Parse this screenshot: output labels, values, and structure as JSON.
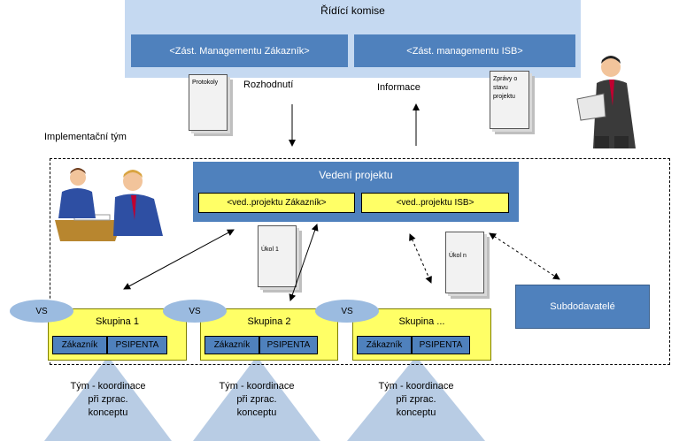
{
  "steering": {
    "title": "Řídící komise",
    "left_box": "<Zást. Managementu  Zákazník>",
    "right_box": "<Zást. managementu ISB>"
  },
  "docs": {
    "protokoly": "Protokoly",
    "zpravy": "Zprávy o stavu projektu",
    "ukol1": "Úkol 1",
    "ukoln": "Úkol n"
  },
  "labels": {
    "rozhodnuti": "Rozhodnutí",
    "informace": "Informace",
    "impl_team": "Implementační tým"
  },
  "vedeni": {
    "title": "Vedení projektu",
    "left": "<ved..projektu Zákazník>",
    "right": "<ved..projektu ISB>"
  },
  "groups": [
    {
      "vs": "VS",
      "title": "Skupina 1",
      "cell1": "Zákazník",
      "cell2": "PSIPENTA"
    },
    {
      "vs": "VS",
      "title": "Skupina 2",
      "cell1": "Zákazník",
      "cell2": "PSIPENTA"
    },
    {
      "vs": "VS",
      "title": "Skupina ...",
      "cell1": "Zákazník",
      "cell2": "PSIPENTA"
    }
  ],
  "subdodavatele": "Subdodavatelé",
  "triangles": [
    {
      "line1": "Tým - koordinace",
      "line2": "při zprac.",
      "line3": "konceptu"
    },
    {
      "line1": "Tým - koordinace",
      "line2": "při zprac.",
      "line3": "konceptu"
    },
    {
      "line1": "Tým - koordinace",
      "line2": "při zprac.",
      "line3": "konceptu"
    }
  ],
  "colors": {
    "steering_bg": "#c5d9f1",
    "blue": "#4f81bd",
    "yellow": "#ffff66",
    "triangle": "#b8cce4"
  }
}
